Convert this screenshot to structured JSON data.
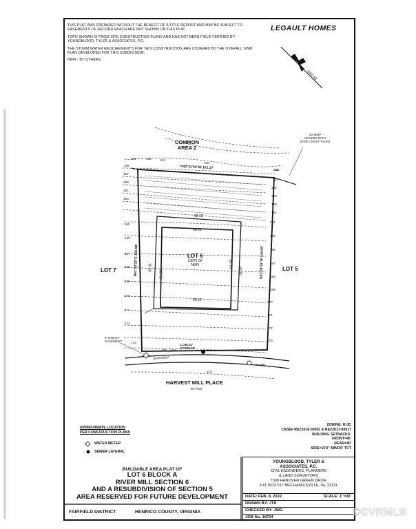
{
  "notes": [
    "THIS PLAT WAS PREPARED WITHOUT THE BENEFIT OF A TITLE REPORT AND MAY BE SUBJECT TO EASEMENTS OF RECORD WHICH ARE NOT SHOWN ON THIS PLAT.",
    "TOPO SHOWN IS FROM SITE CONSTRUCTION PLANS AND HAS NOT BEEN FIELD VERIFIED BY YOUNGBLOOD, TYLER & ASSOCIATES, P.C.",
    "THE STORM WATER REQUIREMENTS FOR THIS CONSTRUCTION ARE COVERED BY THE OVERALL SWM PLAN DEVELOPED FOR THIS SUBDIVISION.",
    "NBPI - BY OTHERS"
  ],
  "builder": "LEGAULT HOMES",
  "north": "NAD 83",
  "plat": {
    "common_area": [
      "COMMON",
      "AREA 2"
    ],
    "bmp_access": [
      "20' BMP",
      "ACCESS PATH",
      "(PER CONST PLAN)"
    ],
    "bearing_top": "N42°31'45\"W  101.17'",
    "bearing_left": "N41°23'32\"E  135.98'",
    "bearing_right": "S41°28'19\"W  144.55'",
    "lot_name": "LOT 6",
    "lot_area": "13875 SF",
    "lot_nbpi": "NBPI",
    "dim_top_outer": "68.15'",
    "dim_top_inner": "58.91'",
    "dim_bottom_inner": "58.91'",
    "dim_left_inner": "62.41'",
    "dim_left_inner2": "51.29'",
    "dim_right_inner": "64.59'",
    "dim_right_inner2": "51.29'",
    "lot_left": "LOT 7",
    "lot_right": "LOT 5",
    "utility_easement": [
      "6' UTILITY",
      "EASEMENT"
    ],
    "curve": [
      "L=85.11'",
      "R=325.00'"
    ],
    "sidewalk": "SIDEWALK",
    "curb": "CURB",
    "street": "HARVEST MILL PLACE",
    "street_row": "50' R/W",
    "contours_left": [
      "155",
      "157",
      "159",
      "161",
      "163",
      "165",
      "166",
      "167",
      "168",
      "169",
      "170",
      "171",
      "172",
      "173",
      "174"
    ],
    "contours_right": [
      "153",
      "154",
      "156",
      "158",
      "160",
      "162",
      "164",
      "165",
      "166",
      "167",
      "168",
      "169",
      "170",
      "171",
      "172",
      "173"
    ],
    "contours_top": [
      "155",
      "153",
      "151",
      "150",
      "152"
    ],
    "contour_174_bottom": "174",
    "contour_174_curve": "174"
  },
  "legend": {
    "title": [
      "APPROXIMATE LOCATION",
      "PER CONSTRUCTION PLANS"
    ],
    "water_meter": "WATER METER",
    "sewer_lateral": "SEWER LATERAL"
  },
  "zoning": {
    "lines": [
      "ZONING: R-3C",
      "CASE# REZ2016-00002 & REZ2017-00017",
      "BUILDING SETBACKS:",
      "FRONT=40'",
      "REAR=40'",
      "SIDE=15'0\" MIN/30' TOT"
    ]
  },
  "title_block": {
    "kind": "BUILDABLE AREA PLAT OF",
    "lines": [
      "LOT 6 BLOCK A",
      "RIVER MILL SECTION 6",
      "AND A RESUBDIVISION OF SECTION 5",
      "AREA RESERVED FOR FUTURE DEVELOPMENT"
    ],
    "district": "FAIRFIELD DISTRICT",
    "county": "HENRICO COUNTY, VIRGINIA"
  },
  "firm": {
    "name1": "YOUNGBLOOD, TYLER &",
    "name2": "ASSOCIATES, P.C.",
    "desc1": "CIVIL ENGINEERS, PLANNERS",
    "desc2": "& LAND SURVEYORS",
    "addr1": "7309 HANOVER GREEN DRIVE",
    "addr2": "P.O. BOX 517 MECHANICSVILLE, Va. 23111",
    "date": "DATE: FEB. 8, 2022",
    "scale": "SCALE: 1\"=30'",
    "drawn": "DRAWN BY: JTR",
    "checked": "CHECKED BY: JWG",
    "job": "JOB No. 18734"
  },
  "watermark": "©CVRMLS"
}
